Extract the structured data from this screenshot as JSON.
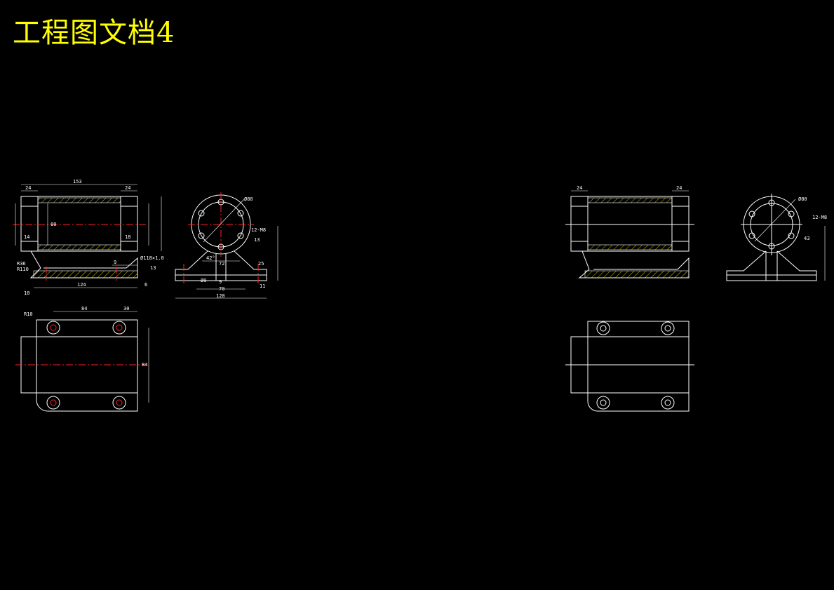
{
  "title": "工程图文档4",
  "colors": {
    "background": "#000000",
    "title": "#ffff00",
    "lines": "#ffffff",
    "centerlines": "#ff2020"
  },
  "left_drawing": {
    "front_dims": [
      "153",
      "24",
      "24",
      "80",
      "124",
      "6",
      "10",
      "9",
      "14",
      "18"
    ],
    "side_dims": [
      "Ø80",
      "12-M8",
      "13",
      "42°",
      "72",
      "25",
      "9",
      "70",
      "120",
      "Ø9"
    ],
    "top_dims": [
      "R10",
      "84",
      "30",
      "84"
    ],
    "notes": [
      "Ø118×1.0",
      "R36",
      "R110",
      "11",
      "13"
    ]
  },
  "right_drawing": {
    "front_dims": [
      "24",
      "24"
    ],
    "side_dims": [
      "Ø80",
      "12-M8",
      "43"
    ]
  }
}
